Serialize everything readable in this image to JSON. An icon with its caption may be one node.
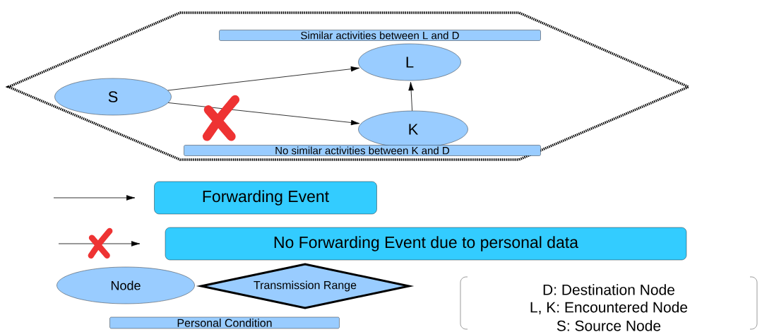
{
  "diagram": {
    "nodes": [
      {
        "text": [],
        "shape": "hexagon"
      },
      {
        "text": [
          "Similar activities between L and D"
        ],
        "in": 0
      },
      {
        "text": [
          "S"
        ],
        "in": 0
      },
      {
        "text": [
          "L"
        ],
        "in": 0
      },
      {
        "text": [
          "K"
        ],
        "in": 0
      },
      {
        "text": [
          "No similar activities between K and D"
        ],
        "in": 0
      },
      {
        "text": [
          "Forwarding Event"
        ]
      },
      {
        "text": [
          "No Forwarding Event due to personal data"
        ]
      },
      {
        "text": [
          "Node"
        ]
      },
      {
        "text": [
          "Transmission Range"
        ]
      },
      {
        "text": [
          "Personal Condition"
        ]
      }
    ],
    "edges": [
      {
        "from": 2,
        "to": 3,
        "arrow": "to"
      },
      {
        "from": 2,
        "to": 4,
        "arrow": "to"
      },
      {
        "from": 4,
        "to": 3,
        "arrow": "to"
      }
    ],
    "labels": [
      "D: Destination Node",
      "L, K: Encountered Node",
      "S: Source Node"
    ]
  }
}
